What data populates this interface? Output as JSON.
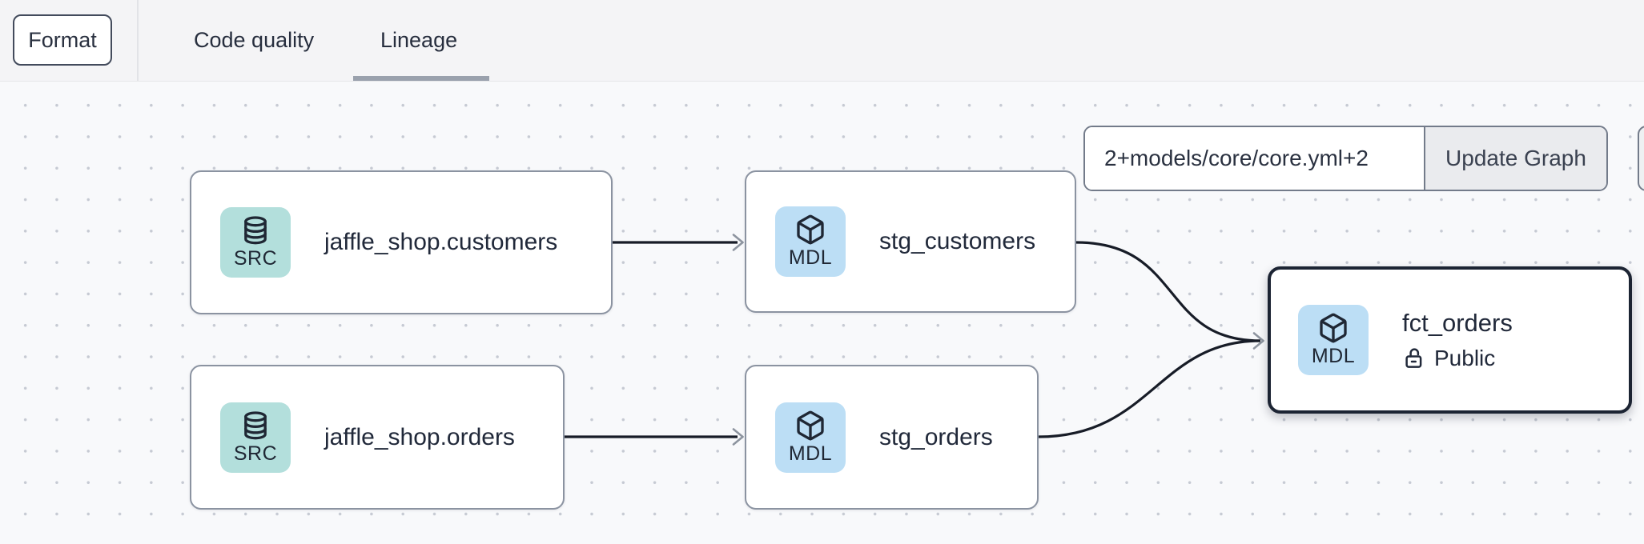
{
  "topbar": {
    "format_button": "Format",
    "tabs": [
      {
        "label": "Code quality",
        "active": false
      },
      {
        "label": "Lineage",
        "active": true
      }
    ]
  },
  "controls": {
    "selector_input_value": "2+models/core/core.yml+2",
    "update_graph_button": "Update Graph"
  },
  "canvas": {
    "nodes": [
      {
        "label": "jaffle_shop.customers",
        "badge": "SRC",
        "type": "source",
        "icon": "database-icon",
        "selected": false
      },
      {
        "label": "stg_customers",
        "badge": "MDL",
        "type": "model",
        "icon": "cube-icon",
        "selected": false
      },
      {
        "label": "jaffle_shop.orders",
        "badge": "SRC",
        "type": "source",
        "icon": "database-icon",
        "selected": false
      },
      {
        "label": "stg_orders",
        "badge": "MDL",
        "type": "model",
        "icon": "cube-icon",
        "selected": false
      },
      {
        "label": "fct_orders",
        "badge": "MDL",
        "type": "model",
        "icon": "cube-icon",
        "selected": true,
        "access": "Public",
        "access_icon": "unlock-icon"
      }
    ],
    "edges": [
      {
        "from": "jaffle_shop.customers",
        "to": "stg_customers"
      },
      {
        "from": "jaffle_shop.orders",
        "to": "stg_orders"
      },
      {
        "from": "stg_customers",
        "to": "fct_orders"
      },
      {
        "from": "stg_orders",
        "to": "fct_orders"
      }
    ]
  },
  "colors": {
    "source_badge_bg": "#b3dfdc",
    "model_badge_bg": "#bcdef5",
    "text": "#21293a",
    "edge": "#171c27",
    "arrowhead": "#8d949f",
    "node_border": "#8b93a1",
    "selected_node_border": "#1c2433",
    "canvas_bg": "#f8f9fb",
    "topbar_bg": "#f4f4f6",
    "tab_underline": "#9aa1ad"
  }
}
